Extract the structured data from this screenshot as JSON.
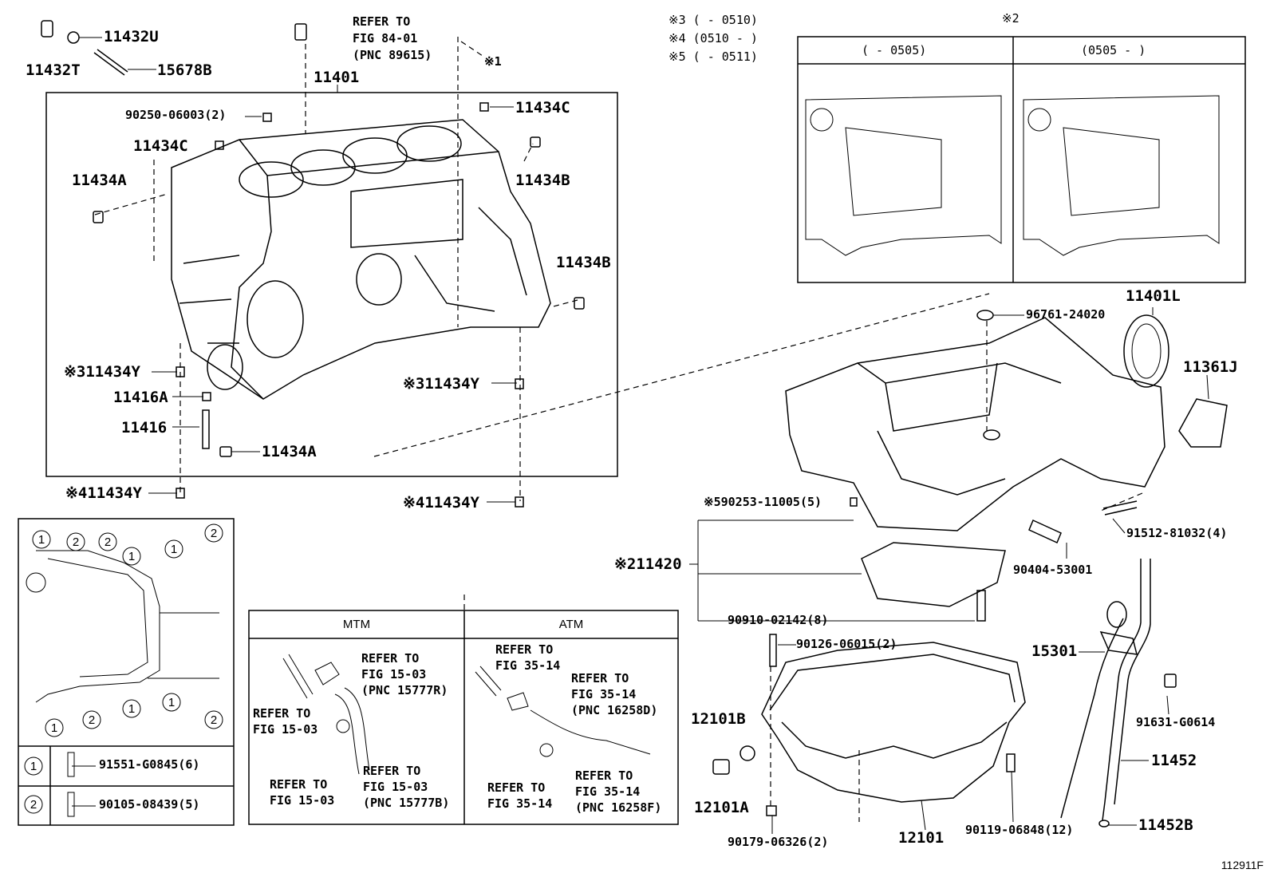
{
  "header_notes": {
    "refer_top": [
      "REFER TO",
      "FIG 84-01",
      "(PNC 89615)"
    ],
    "note_x1": "※1",
    "note_x2": "※2",
    "variant3": "※3 (      - 0510)",
    "variant4": "※4 (0510 -      )",
    "variant5": "※5 (      - 0511)",
    "col_left": "(      - 0505)",
    "col_right": "(0505 -      )"
  },
  "block_labels": {
    "p11432U": "11432U",
    "p11432T": "11432T",
    "p15678B": "15678B",
    "p11401": "11401",
    "p90250": "90250-06003(2)",
    "p11434C_a": "11434C",
    "p11434C_b": "11434C",
    "p11434A_a": "11434A",
    "p11434B_a": "11434B",
    "p11434B_b": "11434B",
    "p11434Y_3a": "※311434Y",
    "p11434Y_3b": "※311434Y",
    "p11416A": "11416A",
    "p11416": "11416",
    "p11434A_b": "11434A",
    "p11434Y_4a": "※411434Y",
    "p11434Y_4b": "※411434Y"
  },
  "pan_labels": {
    "p96761": "96761-24020",
    "p11401L": "11401L",
    "p11361J": "11361J",
    "p90253": "※590253-11005(5)",
    "p91512": "91512-81032(4)",
    "p11420": "※211420",
    "p90404": "90404-53001",
    "p90910": "90910-02142(8)",
    "p90126": "90126-06015(2)",
    "p15301": "15301",
    "p12101B": "12101B",
    "p12101A": "12101A",
    "p91631": "91631-G0614",
    "p11452": "11452",
    "p11452B": "11452B",
    "p90179": "90179-06326(2)",
    "p12101": "12101",
    "p90119": "90119-06848(12)"
  },
  "bolt_legend": {
    "row1_num": "1",
    "row1_part": "91551-G0845(6)",
    "row2_num": "2",
    "row2_part": "90105-08439(5)",
    "markers": [
      "1",
      "2",
      "2",
      "1",
      "1",
      "2",
      "1",
      "2",
      "1",
      "1",
      "2"
    ]
  },
  "transmission_table": {
    "mtm": "MTM",
    "atm": "ATM",
    "mtm_ref1": [
      "REFER TO",
      "FIG 15-03",
      "(PNC 15777R)"
    ],
    "mtm_ref2": [
      "REFER TO",
      "FIG 15-03"
    ],
    "mtm_ref3": [
      "REFER TO",
      "FIG 15-03"
    ],
    "mtm_ref4": [
      "REFER TO",
      "FIG 15-03",
      "(PNC 15777B)"
    ],
    "atm_ref1": [
      "REFER TO",
      "FIG 35-14"
    ],
    "atm_ref2": [
      "REFER TO",
      "FIG 35-14",
      "(PNC 16258D)"
    ],
    "atm_ref3": [
      "REFER TO",
      "FIG 35-14"
    ],
    "atm_ref4": [
      "REFER TO",
      "FIG 35-14",
      "(PNC 16258F)"
    ]
  },
  "figure_id": "112911F"
}
